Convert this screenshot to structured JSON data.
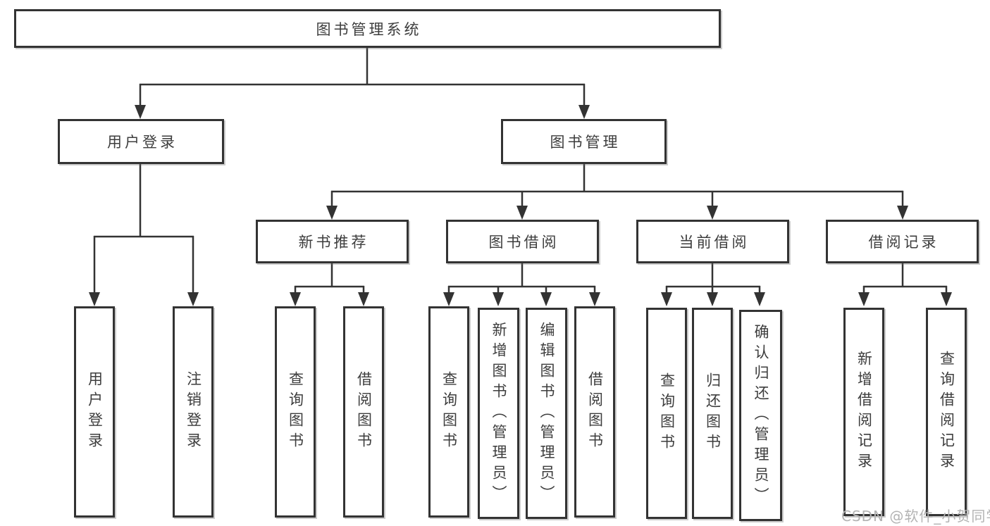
{
  "diagram": {
    "root_label": "图书管理系统",
    "level2": [
      {
        "label": "用户登录",
        "children": [
          "用户登录",
          "注销登录"
        ]
      },
      {
        "label": "图书管理"
      }
    ],
    "level3": [
      {
        "label": "新书推荐",
        "children": [
          "查询图书",
          "借阅图书"
        ]
      },
      {
        "label": "图书借阅",
        "children": [
          "查询图书",
          "新增图书（管理员）",
          "编辑图书（管理员）",
          "借阅图书"
        ]
      },
      {
        "label": "当前借阅",
        "children": [
          "查询图书",
          "归还图书",
          "确认归还（管理员）"
        ]
      },
      {
        "label": "借阅记录",
        "children": [
          "新增借阅记录",
          "查询借阅记录"
        ]
      }
    ]
  },
  "watermark": "CSDN @软件_小贺同学",
  "colors": {
    "line": "#333333",
    "box_border": "#333333",
    "text": "#3d3d3d",
    "watermark": "#b3b3b3",
    "background": "#ffffff"
  }
}
